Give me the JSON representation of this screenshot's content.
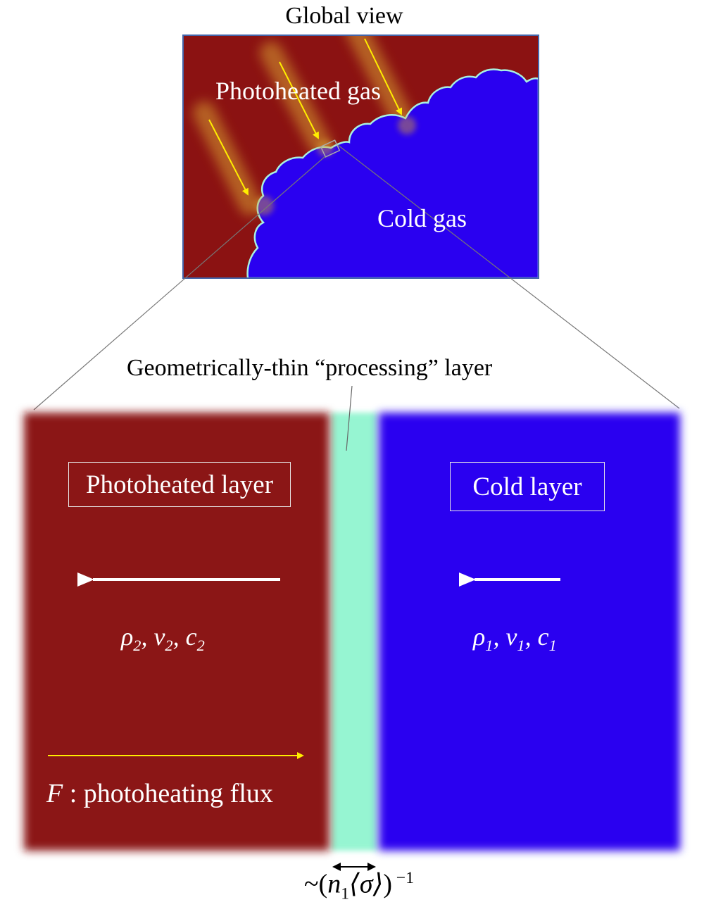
{
  "global": {
    "title": "Global view",
    "photoheated_label": "Photoheated gas",
    "cold_label": "Cold gas"
  },
  "processing_layer": {
    "title": "Geometrically-thin “processing” layer"
  },
  "photoheated_layer": {
    "label": "Photoheated layer",
    "vars": {
      "rho": "ρ",
      "rho_sub": "2",
      "v": "v",
      "v_sub": "2",
      "c": "c",
      "c_sub": "2",
      "sep": ", "
    }
  },
  "cold_layer": {
    "label": "Cold layer",
    "vars": {
      "rho": "ρ",
      "rho_sub": "1",
      "v": "v",
      "v_sub": "1",
      "c": "c",
      "c_sub": "1",
      "sep": ", "
    }
  },
  "flux": {
    "symbol": "F",
    "text": " : photoheating flux"
  },
  "thickness": {
    "prefix": "~(",
    "n": "n",
    "n_sub": "1",
    "sigma": "⟨σ⟩",
    "close": ")",
    "exp": " −1"
  },
  "colors": {
    "hot": "#8b1212",
    "cold": "#2a00f0",
    "layer": "#96f5d2",
    "arrow_yellow": "#ffee00",
    "glow": "#d8a030",
    "outline": "#4466aa"
  }
}
